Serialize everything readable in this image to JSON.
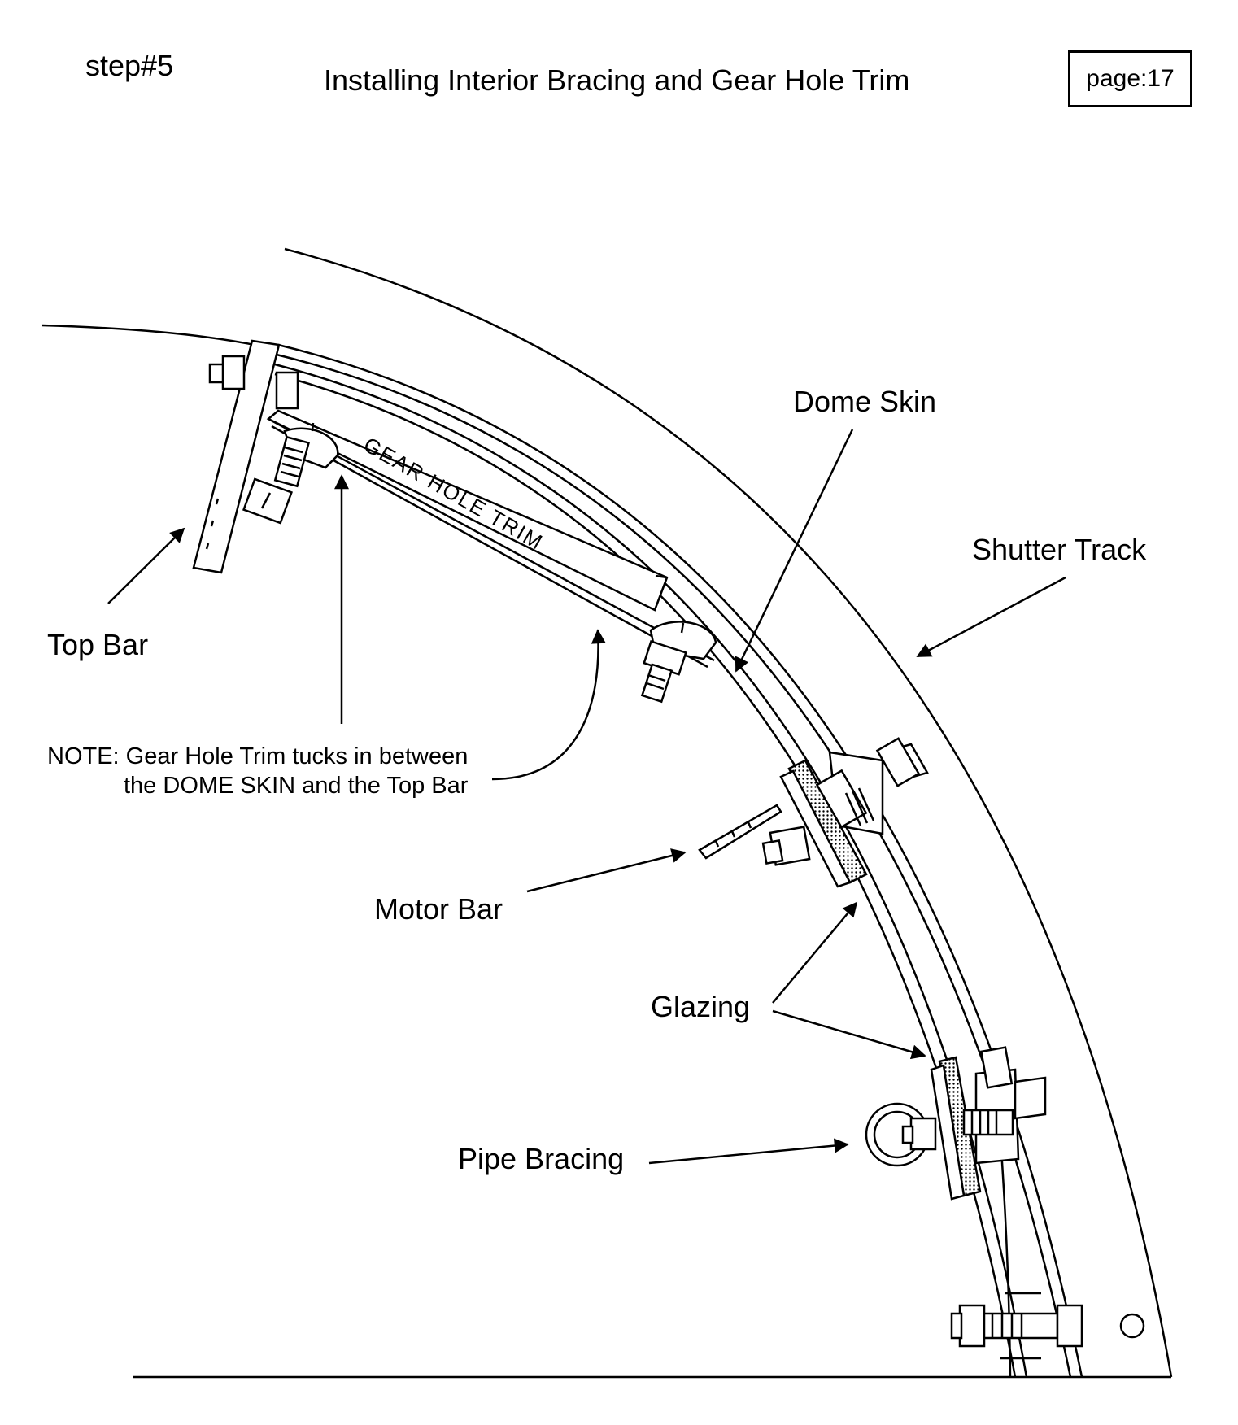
{
  "header": {
    "step": "step#5",
    "title": "Installing Interior Bracing and Gear Hole Trim",
    "page": "page:17"
  },
  "labels": {
    "dome_skin": "Dome Skin",
    "shutter_track": "Shutter Track",
    "top_bar": "Top Bar",
    "gear_hole_trim": "GEAR HOLE TRIM",
    "motor_bar": "Motor Bar",
    "glazing": "Glazing",
    "pipe_bracing": "Pipe Bracing"
  },
  "note": {
    "line1": "NOTE: Gear Hole Trim tucks in between",
    "line2": "the DOME SKIN and the Top Bar"
  }
}
